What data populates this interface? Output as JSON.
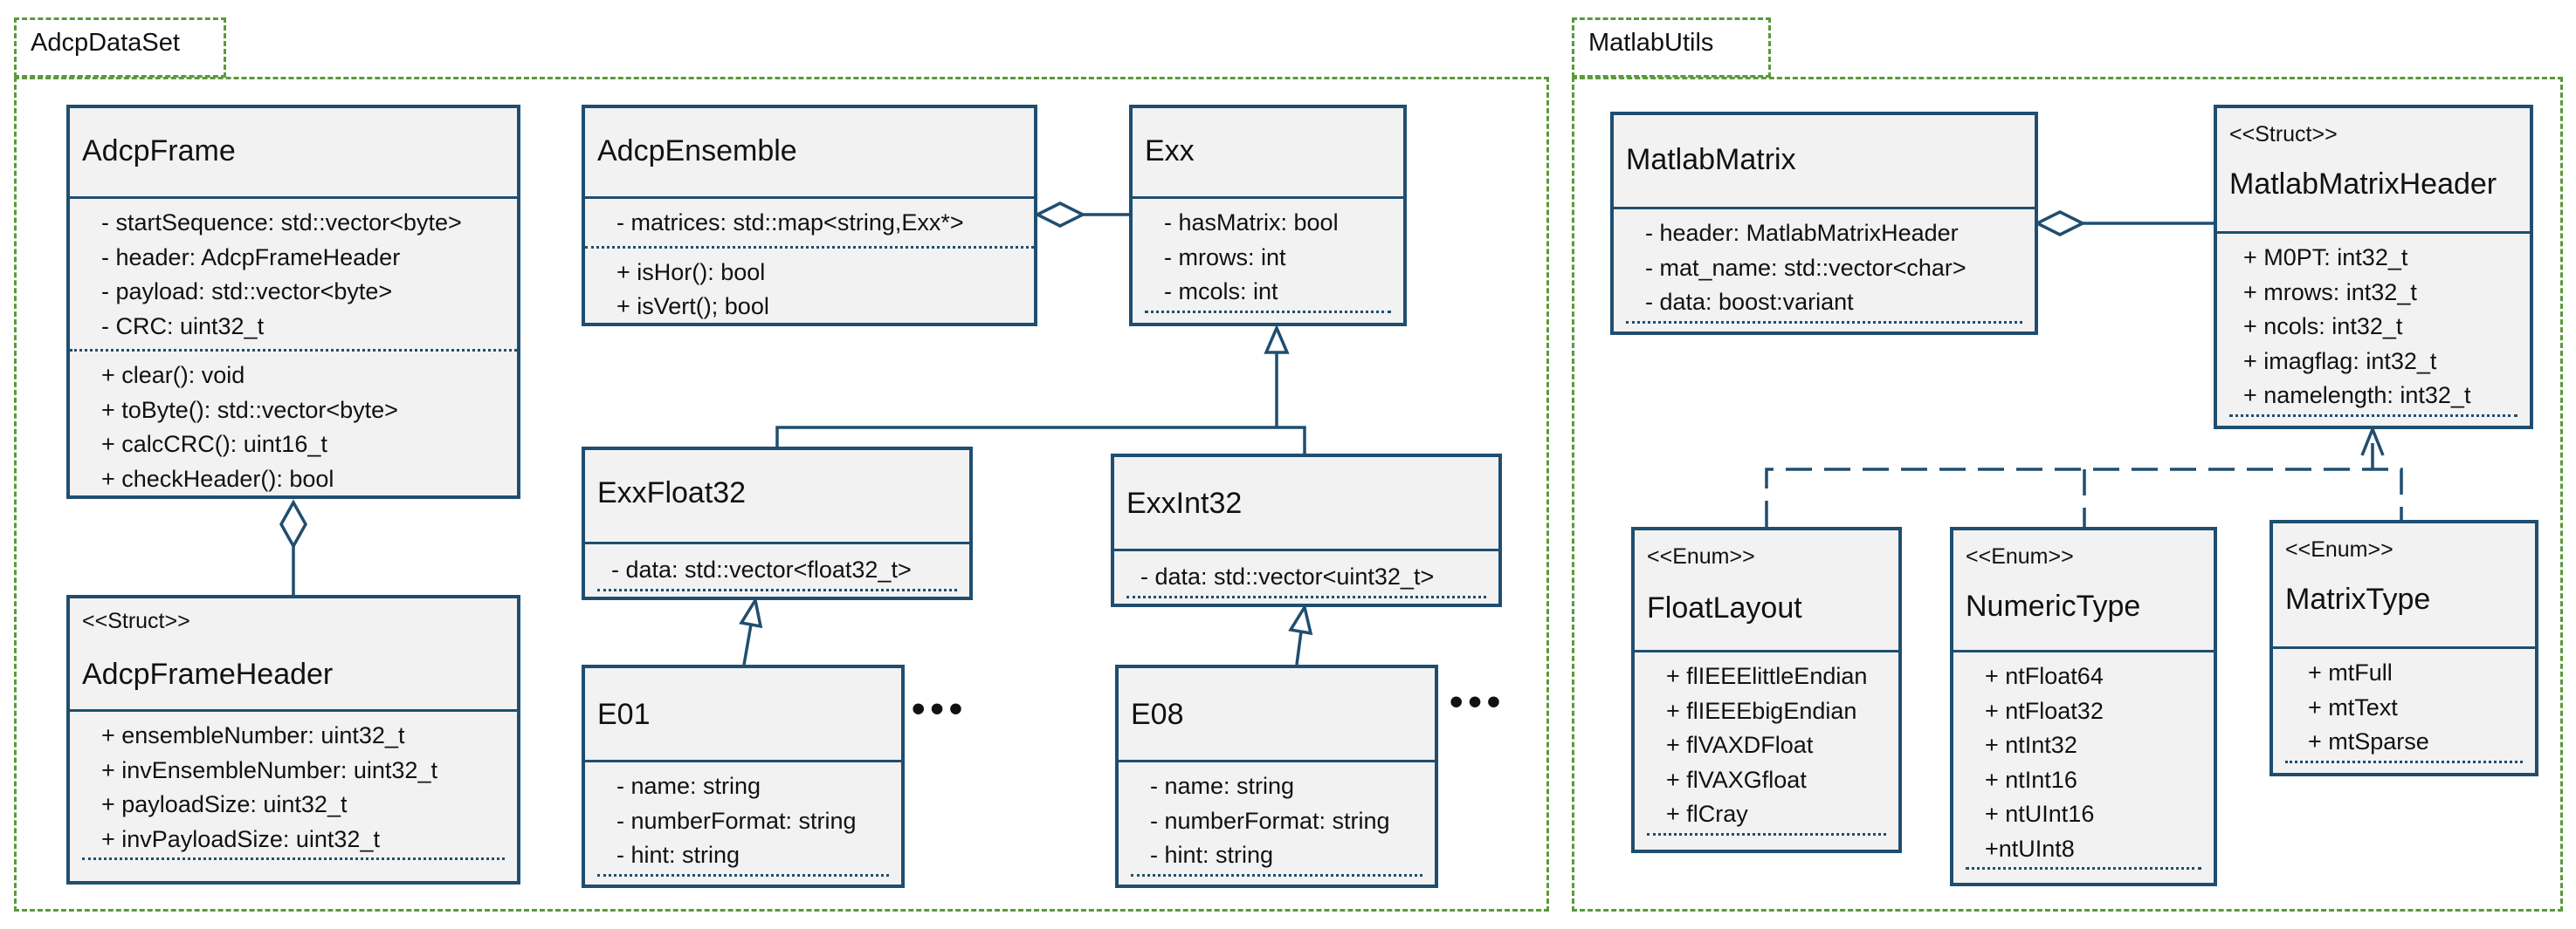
{
  "packages": {
    "adcp": {
      "label": "AdcpDataSet"
    },
    "matlab": {
      "label": "MatlabUtils"
    }
  },
  "classes": {
    "adcp_frame": {
      "name": "AdcpFrame",
      "attributes": [
        "- startSequence: std::vector<byte>",
        "- header: AdcpFrameHeader",
        "- payload: std::vector<byte>",
        "- CRC: uint32_t"
      ],
      "methods": [
        "+ clear(): void",
        "+ toByte(): std::vector<byte>",
        "+ calcCRC(): uint16_t",
        "+ checkHeader(): bool"
      ]
    },
    "adcp_frame_header": {
      "stereotype": "<<Struct>>",
      "name": "AdcpFrameHeader",
      "attributes": [
        "+ ensembleNumber: uint32_t",
        "+ invEnsembleNumber: uint32_t",
        "+ payloadSize: uint32_t",
        "+ invPayloadSize: uint32_t"
      ]
    },
    "adcp_ensemble": {
      "name": "AdcpEnsemble",
      "attributes": [
        "- matrices: std::map<string,Exx*>"
      ],
      "methods": [
        "+ isHor(): bool",
        "+ isVert(); bool"
      ]
    },
    "exx": {
      "name": "Exx",
      "attributes": [
        "- hasMatrix: bool",
        "- mrows: int",
        "- mcols: int"
      ]
    },
    "exx_float32": {
      "name": "ExxFloat32",
      "attributes": [
        "- data: std::vector<float32_t>"
      ]
    },
    "exx_int32": {
      "name": "ExxInt32",
      "attributes": [
        "- data: std::vector<uint32_t>"
      ]
    },
    "e01": {
      "name": "E01",
      "attributes": [
        "- name: string",
        "- numberFormat: string",
        "- hint: string"
      ]
    },
    "e08": {
      "name": "E08",
      "attributes": [
        "- name: string",
        "- numberFormat: string",
        "- hint: string"
      ]
    },
    "matlab_matrix": {
      "name": "MatlabMatrix",
      "attributes": [
        "- header: MatlabMatrixHeader",
        "- mat_name: std::vector<char>",
        "- data: boost:variant"
      ]
    },
    "matlab_matrix_header": {
      "stereotype": "<<Struct>>",
      "name": "MatlabMatrixHeader",
      "attributes": [
        "+ M0PT: int32_t",
        "+ mrows: int32_t",
        "+ ncols: int32_t",
        "+ imagflag: int32_t",
        "+ namelength: int32_t"
      ]
    },
    "float_layout": {
      "stereotype": "<<Enum>>",
      "name": "FloatLayout",
      "attributes": [
        "+ flIEEElittleEndian",
        "+ flIEEEbigEndian",
        "+ flVAXDFloat",
        "+ flVAXGfloat",
        "+ flCray"
      ]
    },
    "numeric_type": {
      "stereotype": "<<Enum>>",
      "name": "NumericType",
      "attributes": [
        "+ ntFloat64",
        "+ ntFloat32",
        "+ ntInt32",
        "+ ntInt16",
        "+ ntUInt16",
        "+ntUInt8"
      ]
    },
    "matrix_type": {
      "stereotype": "<<Enum>>",
      "name": "MatrixType",
      "attributes": [
        "+ mtFull",
        "+ mtText",
        "+ mtSparse"
      ]
    }
  },
  "ellipsis": "•••"
}
